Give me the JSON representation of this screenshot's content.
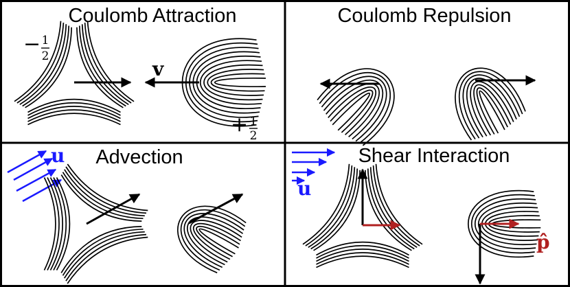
{
  "panels": {
    "coulomb_attraction": {
      "title": "Coulomb Attraction"
    },
    "coulomb_repulsion": {
      "title": "Coulomb Repulsion"
    },
    "advection": {
      "title": "Advection"
    },
    "shear_interaction": {
      "title": "Shear Interaction"
    }
  },
  "labels": {
    "minus_sign": "−",
    "plus_sign": "+",
    "fraction_numerator": "1",
    "fraction_denominator": "2",
    "velocity": "v",
    "flow": "u",
    "polarization": "p̂"
  },
  "colors": {
    "line": "#000000",
    "flow_arrow": "#1a1aff",
    "polarization_arrow": "#b02020"
  }
}
